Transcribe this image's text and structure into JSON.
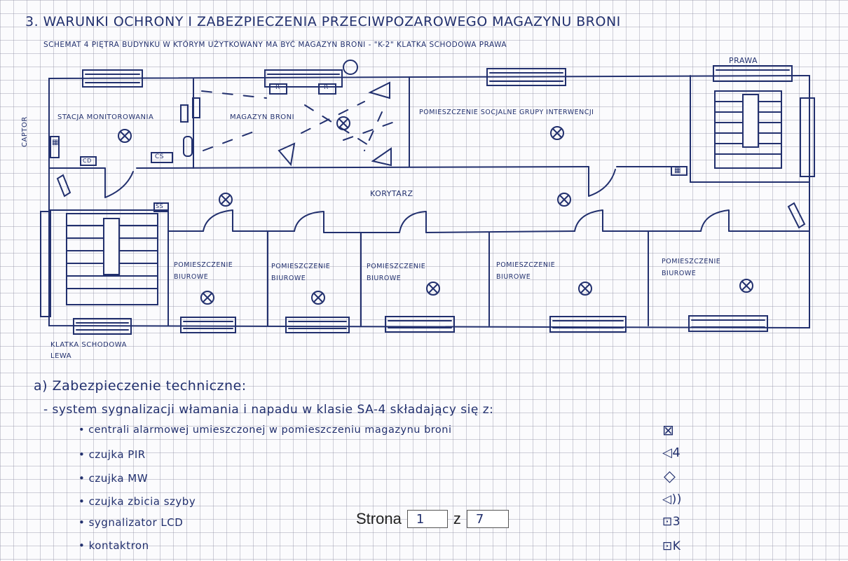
{
  "document": {
    "title": "3. WARUNKI OCHRONY I ZABEZPIECZENIA PRZECIWPOZAROWEGO MAGAZYNU BRONI",
    "subtitle": "SCHEMAT 4 PIĘTRA BUDYNKU W KTÓRYM UŻYTKOWANY MA BYĆ MAGAZYN BRONI - \"K-2\" KLATKA SCHODOWA PRAWA"
  },
  "plan": {
    "rooms": {
      "monitoring": "STACJA MONITOROWANIA",
      "weapons_storage": "MAGAZYN BRONI",
      "social_room": "POMIESZCZENIE SOCJALNE GRUPY INTERWENCJI",
      "corridor": "KORYTARZ",
      "office_1": "POMIESZCZENIE BIUROWE",
      "office_2": "POMIESZCZENIE BIUROWE",
      "office_3": "POMIESZCZENIE BIUROWE",
      "office_4": "POMIESZCZENIE BIUROWE",
      "office_5": "POMIESZCZENIE BIUROWE"
    },
    "labels": {
      "left_wall": "CAPTOR",
      "left_stairs": "KLATKA SCHODOWA LEWA",
      "right_stairs_note": "PRAWA",
      "equipment_cs": "CS",
      "equipment_r1": "R",
      "equipment_r2": "R",
      "equipment_cd": "CD",
      "equipment_ss": "SS",
      "small_box_1": "▦",
      "small_box_2": "▦"
    }
  },
  "notes": {
    "heading": "a) Zabezpieczenie techniczne:",
    "intro": "- system sygnalizacji włamania i napadu w klasie SA-4 składający się z:",
    "items": [
      {
        "text": "• centrali alarmowej umieszczonej w pomieszczeniu magazynu broni",
        "symbol": "⊠"
      },
      {
        "text": "• czujka PIR",
        "symbol": "◁4"
      },
      {
        "text": "• czujka MW",
        "symbol": "◇"
      },
      {
        "text": "• czujka zbicia szyby",
        "symbol": "◁))"
      },
      {
        "text": "• sygnalizator LCD",
        "symbol": "⊡3"
      },
      {
        "text": "• kontaktron",
        "symbol": "⊡K"
      }
    ]
  },
  "pagination": {
    "label": "Strona",
    "current": "1",
    "separator": "z",
    "total": "7"
  },
  "colors": {
    "ink": "#22306e",
    "grid": "#9696aa",
    "paper": "#fbfbfd"
  }
}
